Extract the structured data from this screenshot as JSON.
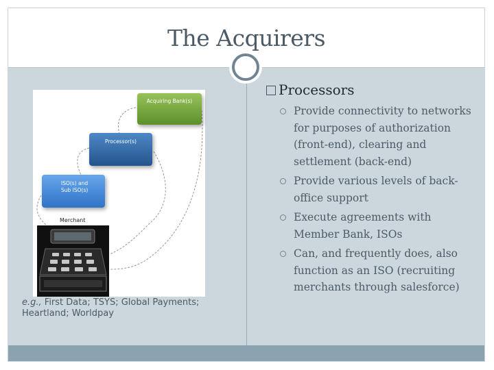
{
  "slide": {
    "title": "The Acquirers",
    "colors": {
      "panel": "#ccd6dd",
      "footer": "#8ba2b0",
      "title": "#4a5a66",
      "accent_ring": "#6f8593"
    }
  },
  "diagram": {
    "boxes": {
      "acquiring": "Acquiring Bank(s)",
      "processor": "Processor(s)",
      "iso_line1": "ISO(s) and",
      "iso_line2": "Sub ISO(s)"
    },
    "merchant_label": "Merchant",
    "icon": "cash-register-icon"
  },
  "caption": {
    "eg": "e.g.,",
    "text": " First Data; TSYS; Global Payments; Heartland; Worldpay"
  },
  "content": {
    "heading": "Processors",
    "bullets": [
      {
        "text": "Provide connectivity to networks for purposes of authorization (front-end), clearing and settlement (back-end)"
      },
      {
        "text": "Provide various levels of back-office support"
      },
      {
        "text": "Execute agreements with Member Bank, ISOs"
      },
      {
        "text": "Can, and frequently does, also function as an ISO (recruiting merchants through salesforce)"
      }
    ]
  }
}
